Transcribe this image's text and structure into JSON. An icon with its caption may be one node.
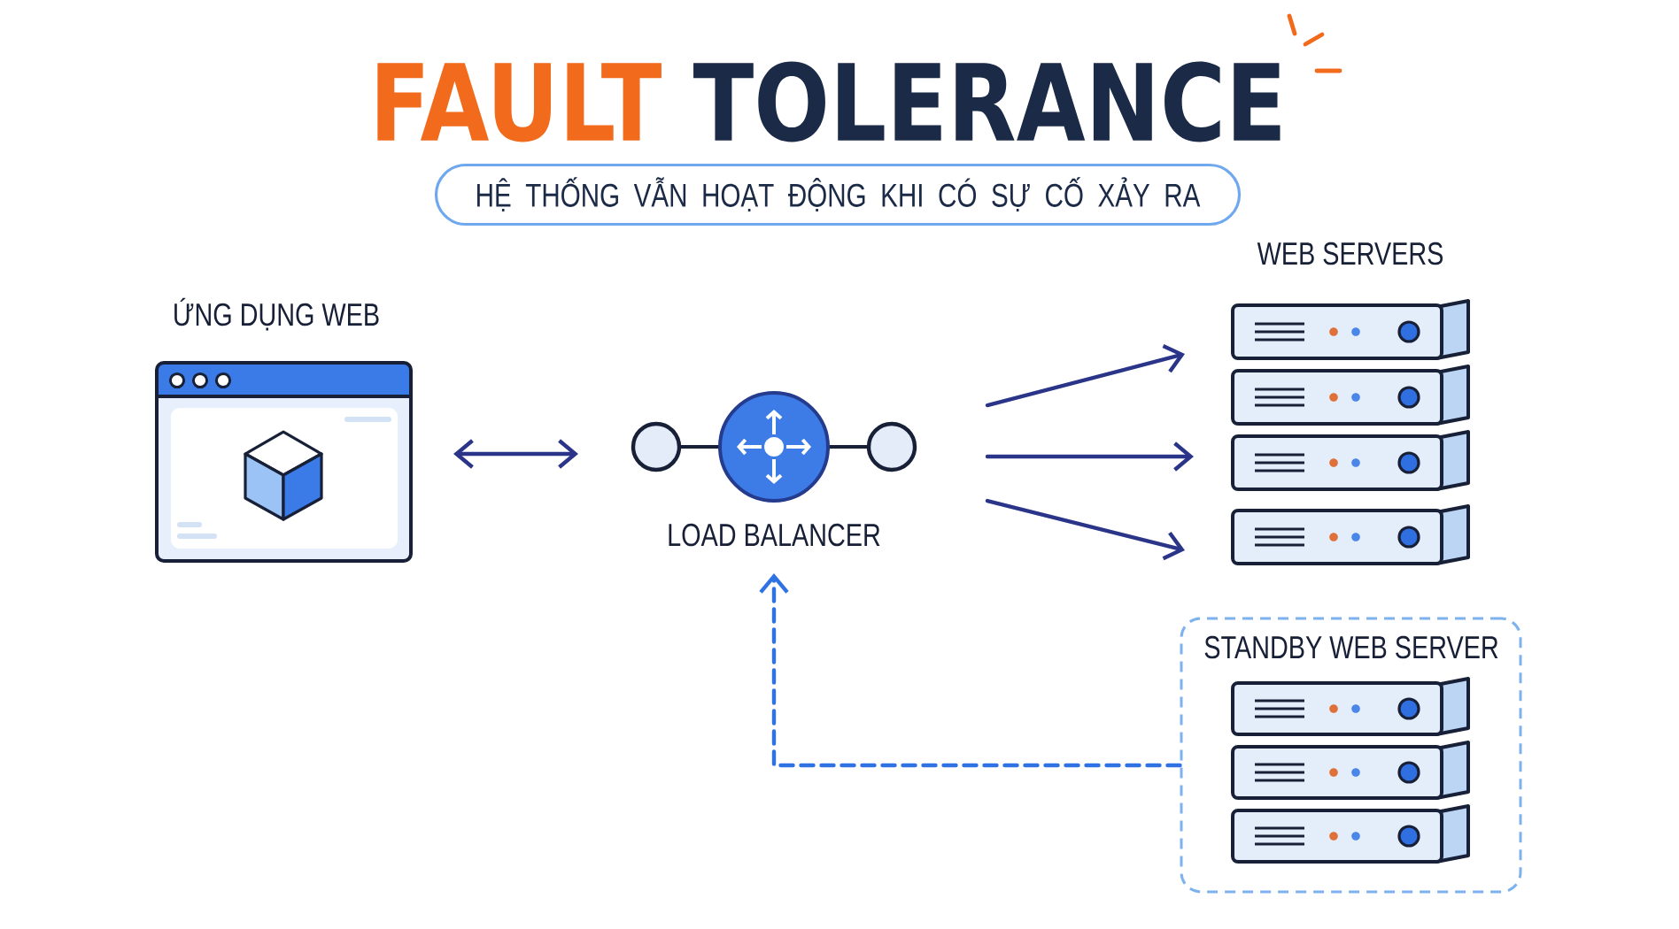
{
  "diagram": {
    "title": "FAULT TOLERANCE",
    "nodes": [
      {
        "text": [
          "HỆ THỐNG VẪN HOẠT ĐỘNG KHI CÓ SỰ CỐ XẢY RA"
        ]
      },
      {
        "text": [
          "ỨNG DỤNG WEB"
        ]
      },
      {
        "text": [
          "LOAD BALANCER"
        ]
      },
      {
        "text": [
          "WEB SERVERS"
        ]
      },
      {
        "text": [
          "STANDBY WEB SERVER"
        ]
      }
    ],
    "edges": [
      {
        "from": 1,
        "to": 2,
        "arrow": "both"
      },
      {
        "from": 2,
        "to": 3,
        "arrow": "to"
      },
      {
        "from": 2,
        "to": 3,
        "arrow": "to"
      },
      {
        "from": 2,
        "to": 3,
        "arrow": "to"
      },
      {
        "from": 4,
        "to": 2,
        "arrow": "to",
        "style": "dashed",
        "color": "#2f72e4"
      }
    ]
  }
}
